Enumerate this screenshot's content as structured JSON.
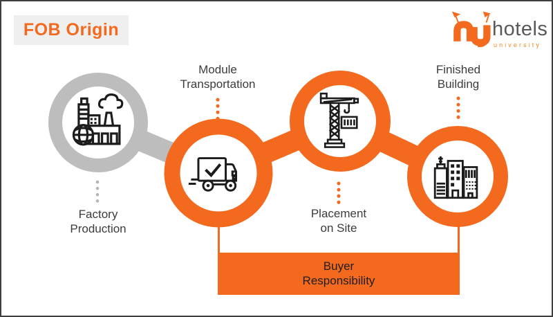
{
  "page": {
    "title_label": "FOB Origin"
  },
  "logo": {
    "name": "hotels",
    "subname": "university",
    "monogram": "hu-monogram"
  },
  "colors": {
    "orange": "#F3691E",
    "logo_sub_orange": "#F5891F",
    "gray_ring": "#BDBDBD",
    "title_bg": "#EFEFEF",
    "label_text": "#3B3B3B",
    "bar_text": "#1E1E1E",
    "frame_border": "#3E3E3E"
  },
  "diagram": {
    "steps": [
      {
        "id": "factory-production",
        "label": "Factory\nProduction",
        "icon": "factory-icon",
        "ring_color": "gray",
        "label_position": "below"
      },
      {
        "id": "module-transportation",
        "label": "Module\nTransportation",
        "icon": "truck-icon",
        "ring_color": "orange",
        "label_position": "above"
      },
      {
        "id": "placement-on-site",
        "label": "Placement\non Site",
        "icon": "crane-icon",
        "ring_color": "orange",
        "label_position": "below"
      },
      {
        "id": "finished-building",
        "label": "Finished\nBuilding",
        "icon": "building-icon",
        "ring_color": "orange",
        "label_position": "above"
      }
    ],
    "bar_label": "Buyer\nResponsibility"
  }
}
